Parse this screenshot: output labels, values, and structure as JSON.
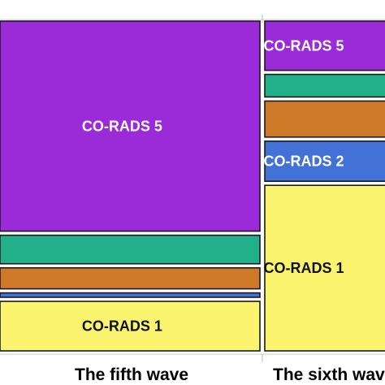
{
  "chart_data": {
    "type": "treemap",
    "groups": [
      {
        "name": "The fifth wave",
        "items": [
          {
            "name": "CO-RADS 5",
            "color": "#9B2BD8",
            "share": 0.67
          },
          {
            "name": "",
            "color": "#22B08A",
            "share": 0.091
          },
          {
            "name": "",
            "color": "#CF7A28",
            "share": 0.067
          },
          {
            "name": "",
            "color": "#4372D6",
            "share": 0.014
          },
          {
            "name": "CO-RADS 1",
            "color": "#FBF46F",
            "share": 0.158
          }
        ]
      },
      {
        "name": "The sixth wave",
        "items": [
          {
            "name": "CO-RADS 5",
            "color": "#9B2BD8",
            "share": 0.157
          },
          {
            "name": "",
            "color": "#22B08A",
            "share": 0.072
          },
          {
            "name": "",
            "color": "#CF7A28",
            "share": 0.115
          },
          {
            "name": "CO-RADS 2",
            "color": "#4372D6",
            "share": 0.128
          },
          {
            "name": "CO-RADS 1",
            "color": "#FBF46F",
            "share": 0.528
          }
        ]
      }
    ]
  }
}
